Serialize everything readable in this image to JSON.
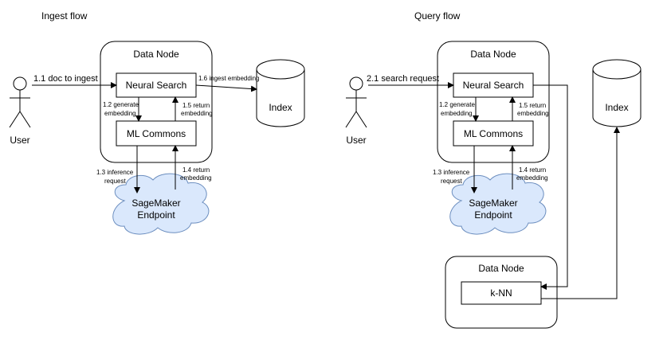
{
  "ingest": {
    "title": "Ingest flow",
    "user_label": "User",
    "data_node_label": "Data Node",
    "neural_search_label": "Neural Search",
    "ml_commons_label": "ML Commons",
    "index_label": "Index",
    "sagemaker_line1": "SageMaker",
    "sagemaker_line2": "Endpoint",
    "edge_1_1": "1.1 doc to ingest",
    "edge_1_2_a": "1.2 generate",
    "edge_1_2_b": "embedding",
    "edge_1_3_a": "1.3 inference",
    "edge_1_3_b": "request",
    "edge_1_4_a": "1.4 return",
    "edge_1_4_b": "embedding",
    "edge_1_5_a": "1.5 return",
    "edge_1_5_b": "embedding",
    "edge_1_6": "1.6 ingest embedding"
  },
  "query": {
    "title": "Query flow",
    "user_label": "User",
    "data_node_label": "Data Node",
    "neural_search_label": "Neural Search",
    "ml_commons_label": "ML Commons",
    "index_label": "Index",
    "sagemaker_line1": "SageMaker",
    "sagemaker_line2": "Endpoint",
    "edge_2_1": "2.1 search request",
    "edge_1_2_a": "1.2 generate",
    "edge_1_2_b": "embedding",
    "edge_1_3_a": "1.3 inference",
    "edge_1_3_b": "request",
    "edge_1_4_a": "1.4 return",
    "edge_1_4_b": "embedding",
    "edge_1_5_a": "1.5 return",
    "edge_1_5_b": "embedding",
    "knn_data_node_label": "Data Node",
    "knn_label": "k-NN"
  },
  "colors": {
    "stroke": "#000000",
    "cloud_fill": "#dae8fc",
    "cloud_stroke": "#6c8ebf"
  }
}
